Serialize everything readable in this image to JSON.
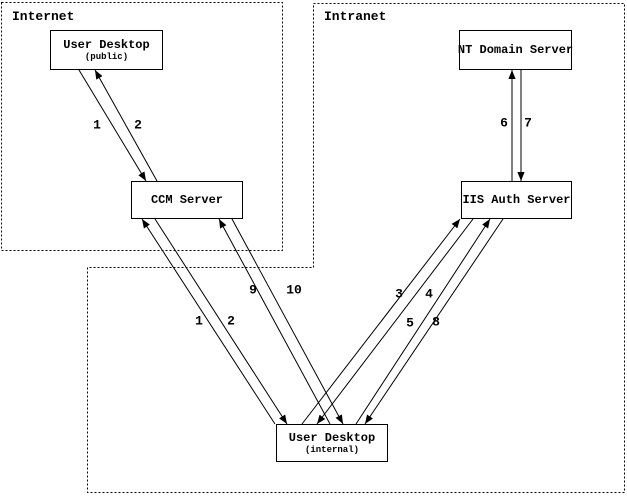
{
  "zones": {
    "internet": {
      "label": "Internet"
    },
    "intranet": {
      "label": "Intranet"
    }
  },
  "nodes": {
    "user_desktop_public": {
      "title": "User Desktop",
      "subtitle": "(public)"
    },
    "ccm_server": {
      "title": "CCM Server"
    },
    "nt_domain_server": {
      "title": "NT Domain Server"
    },
    "iis_auth_server": {
      "title": "IIS Auth Server"
    },
    "user_desktop_internal": {
      "title": "User Desktop",
      "subtitle": "(internal)"
    }
  },
  "edges": [
    {
      "label": "1",
      "from": "User Desktop (public)",
      "to": "CCM Server"
    },
    {
      "label": "2",
      "from": "CCM Server",
      "to": "User Desktop (public)"
    },
    {
      "label": "1",
      "from": "User Desktop (internal)",
      "to": "CCM Server"
    },
    {
      "label": "2",
      "from": "CCM Server",
      "to": "User Desktop (internal)"
    },
    {
      "label": "9",
      "from": "User Desktop (internal)",
      "to": "CCM Server"
    },
    {
      "label": "10",
      "from": "CCM Server",
      "to": "User Desktop (internal)"
    },
    {
      "label": "3",
      "from": "User Desktop (internal)",
      "to": "IIS Auth Server"
    },
    {
      "label": "4",
      "from": "IIS Auth Server",
      "to": "User Desktop (internal)"
    },
    {
      "label": "5",
      "from": "User Desktop (internal)",
      "to": "IIS Auth Server"
    },
    {
      "label": "8",
      "from": "IIS Auth Server",
      "to": "User Desktop (internal)"
    },
    {
      "label": "6",
      "from": "IIS Auth Server",
      "to": "NT Domain Server"
    },
    {
      "label": "7",
      "from": "NT Domain Server",
      "to": "IIS Auth Server"
    }
  ],
  "colors": {
    "foreground": "#000000",
    "background": "#ffffff"
  }
}
